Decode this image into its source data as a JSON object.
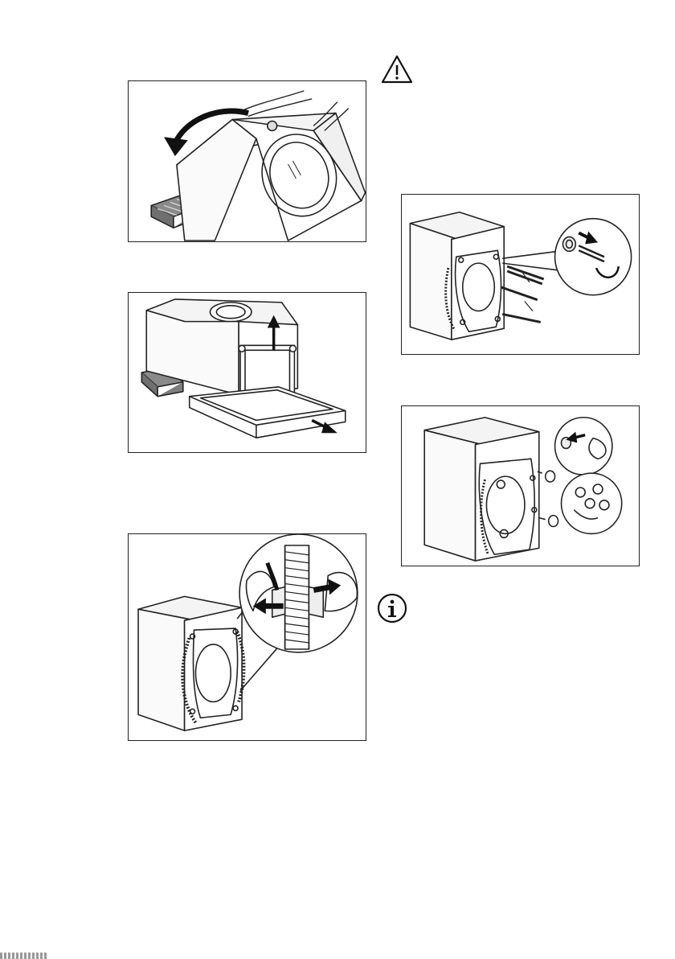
{
  "icons": {
    "warning": "warning-triangle-icon",
    "info": "info-circle-icon"
  },
  "figures": [
    {
      "id": "fig-1",
      "depicts": "tilt-machine"
    },
    {
      "id": "fig-2",
      "depicts": "remove-base"
    },
    {
      "id": "fig-3",
      "depicts": "unclip-hose"
    },
    {
      "id": "fig-4",
      "depicts": "remove-transit-bolts"
    },
    {
      "id": "fig-5",
      "depicts": "insert-plastic-caps"
    }
  ],
  "colors": {
    "line": "#222222",
    "tint": "#e6e6e6",
    "block": "#8a8a8a"
  }
}
